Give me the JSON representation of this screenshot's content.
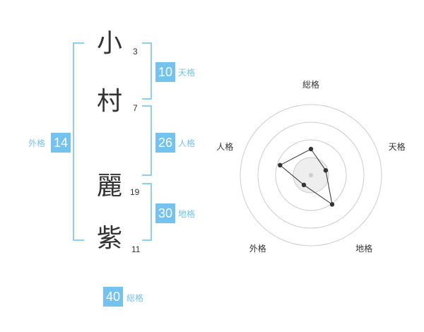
{
  "name": {
    "characters": [
      {
        "char": "小",
        "strokes": "3"
      },
      {
        "char": "村",
        "strokes": "7"
      },
      {
        "char": "麗",
        "strokes": "19"
      },
      {
        "char": "紫",
        "strokes": "11"
      }
    ]
  },
  "fortunes": {
    "tenkaku": {
      "value": "10",
      "label": "天格"
    },
    "jinkaku": {
      "value": "26",
      "label": "人格"
    },
    "chikaku": {
      "value": "30",
      "label": "地格"
    },
    "gaikaku": {
      "value": "14",
      "label": "外格"
    },
    "soukaku": {
      "value": "40",
      "label": "総格"
    }
  },
  "colors": {
    "accent": "#74c3ee",
    "bracket": "#8fcef2",
    "text": "#333333"
  },
  "chart_data": {
    "type": "radar",
    "axes": [
      "総格",
      "天格",
      "地格",
      "外格",
      "人格"
    ],
    "values": [
      0.37,
      0.22,
      0.51,
      0.17,
      0.46
    ],
    "scale_max": 1,
    "rings": 4
  }
}
